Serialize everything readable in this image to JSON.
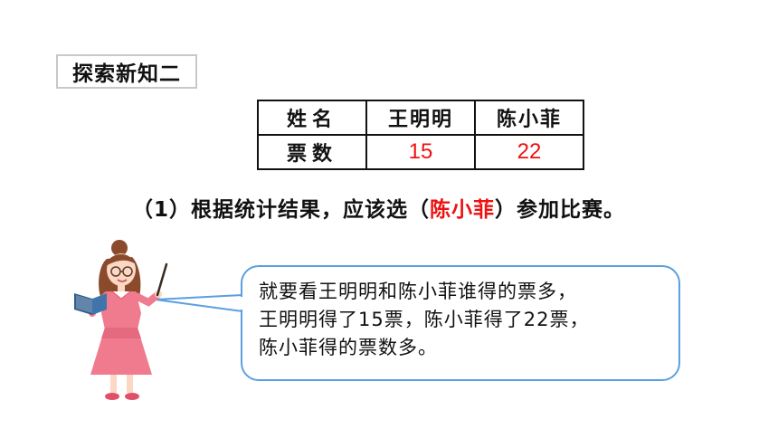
{
  "section": {
    "title": "探索新知二"
  },
  "table": {
    "header": [
      "姓名",
      "王明明",
      "陈小菲"
    ],
    "row_label": "票数",
    "values": [
      "15",
      "22"
    ]
  },
  "question": {
    "prefix": "（1）根据统计结果，应该选（",
    "answer": "陈小菲",
    "suffix": "）参加比赛。"
  },
  "bubble": {
    "lines": [
      "就要看王明明和陈小菲谁得的票多，",
      "王明明得了15票，陈小菲得了22票，",
      "陈小菲得的票数多。"
    ]
  },
  "colors": {
    "answer_red": "#ee1111",
    "bubble_border": "#5aa0e0",
    "tag_border": "#c8c8c8",
    "dress_pink": "#f07a8e"
  },
  "icons": {
    "teacher": "teacher-illustration-icon",
    "book": "book-icon",
    "pointer": "pointer-stick-icon"
  }
}
